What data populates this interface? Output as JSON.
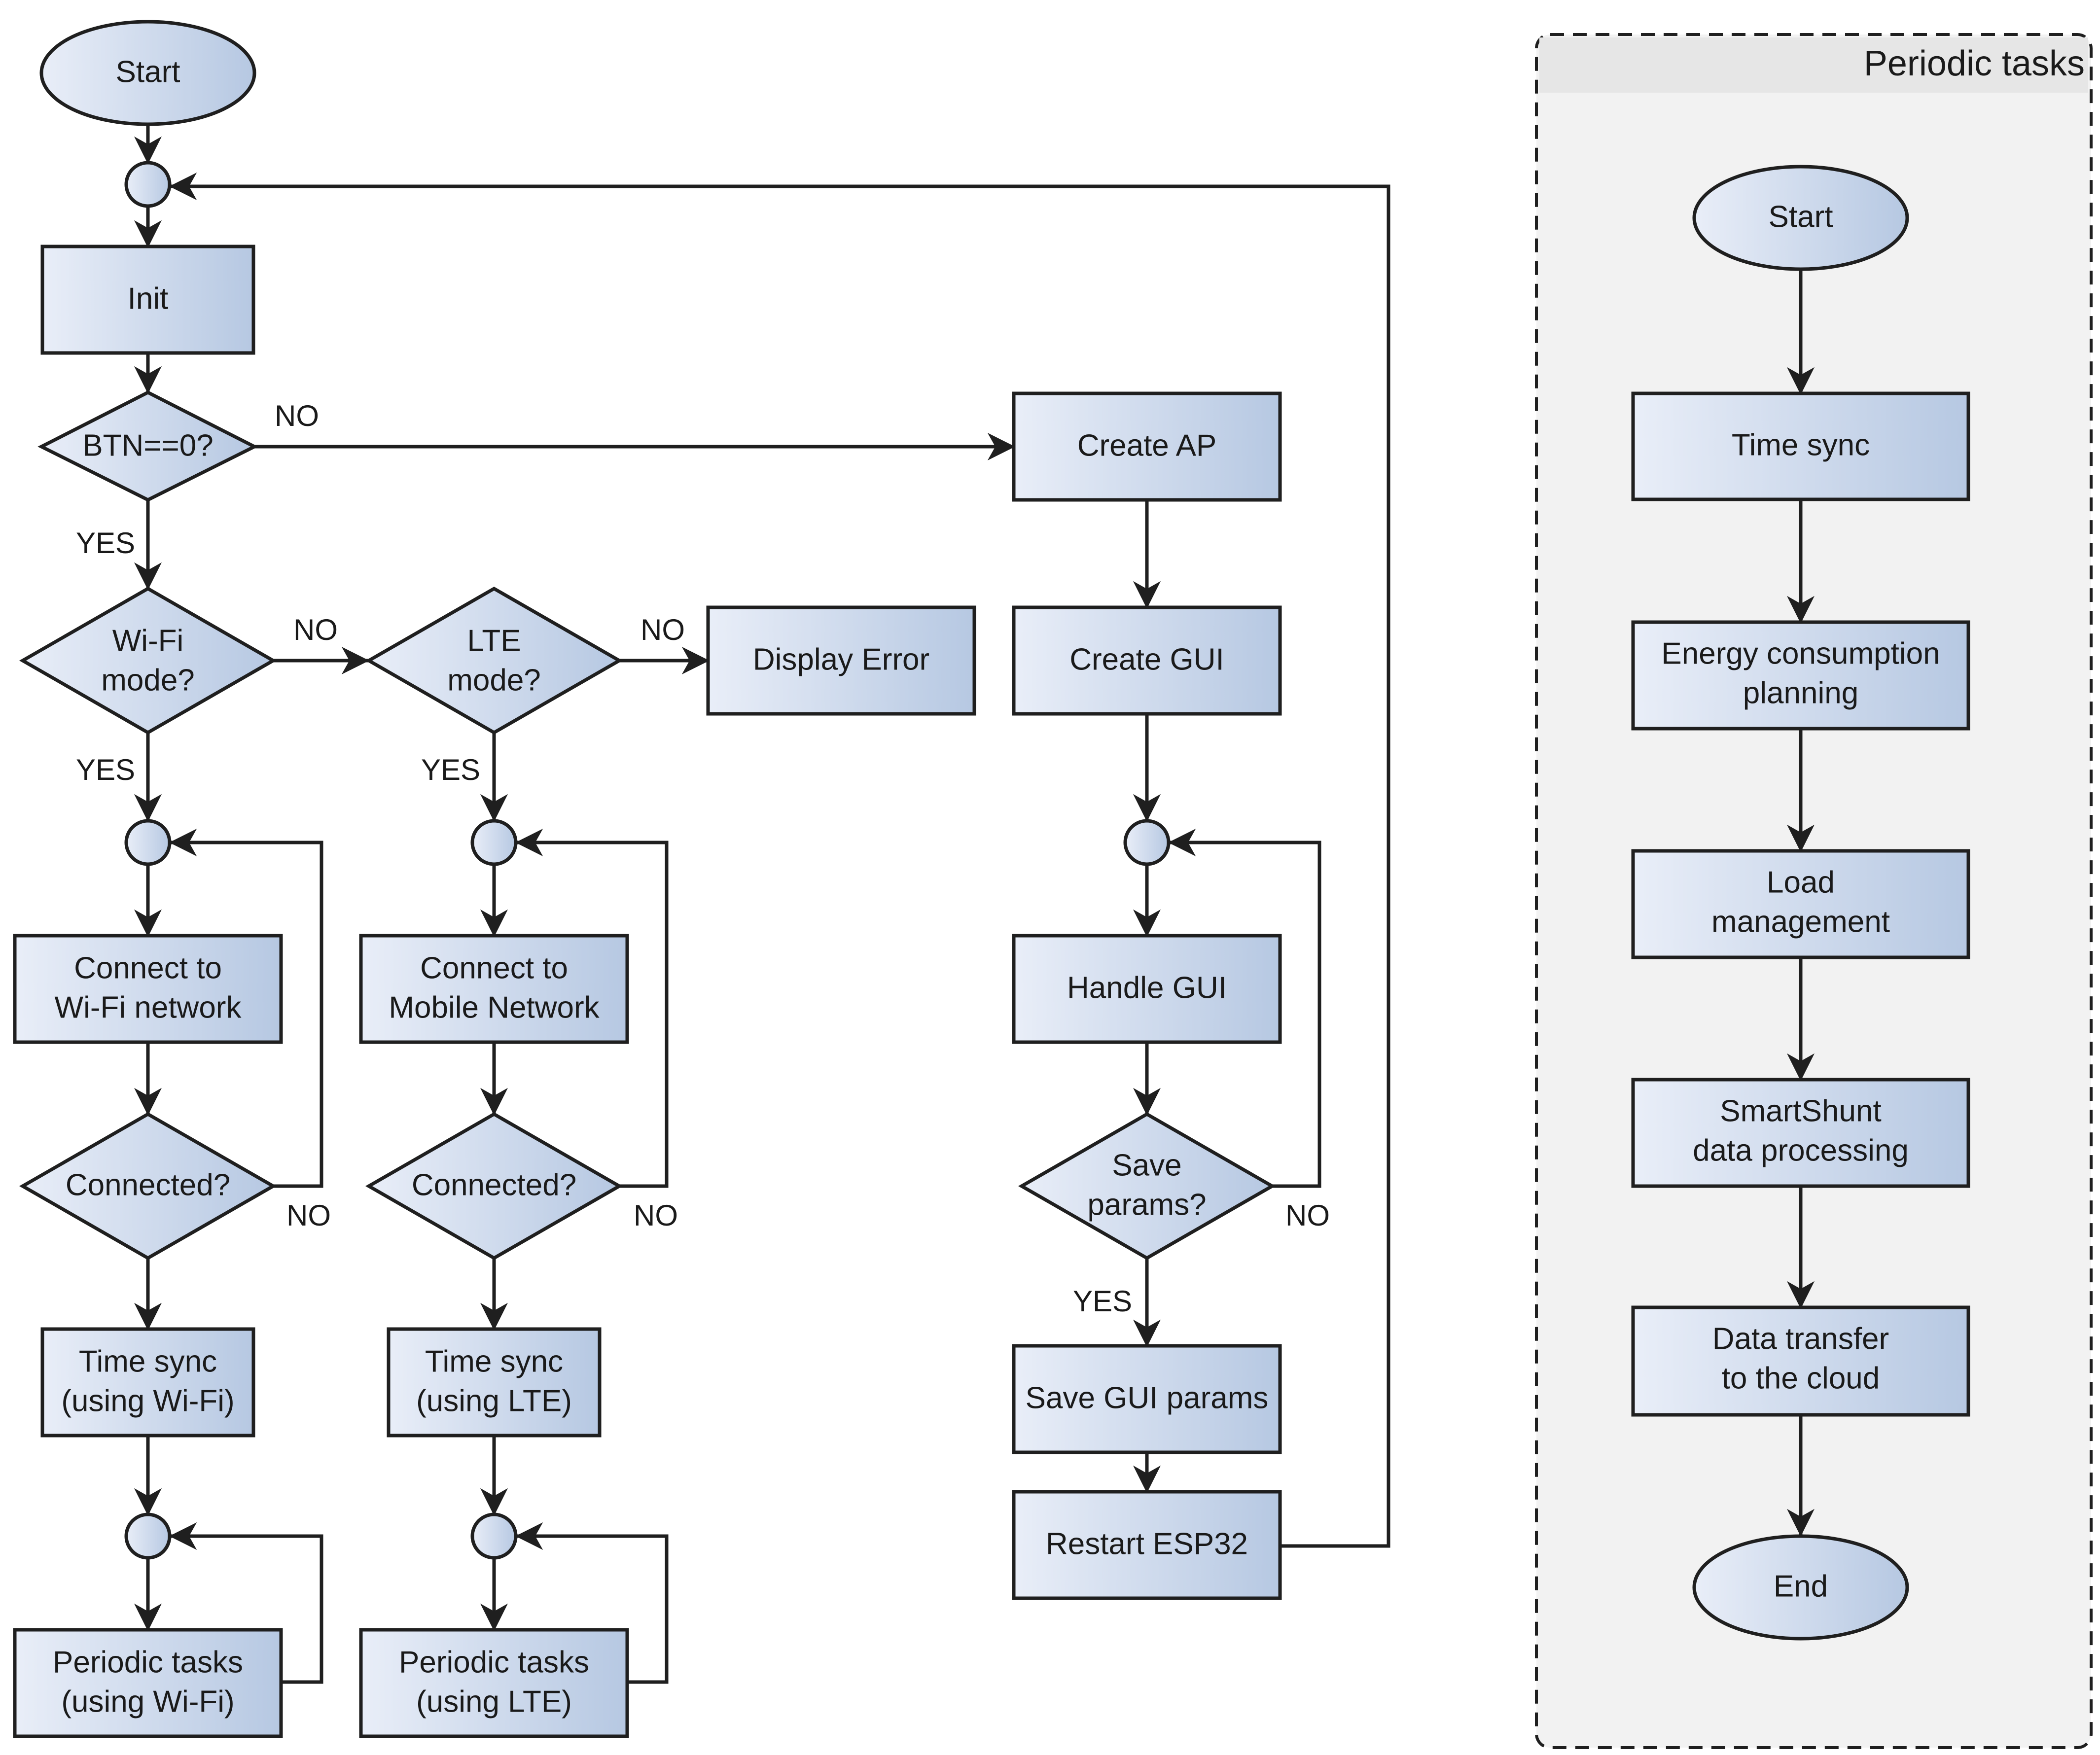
{
  "colors": {
    "node_fill_light": "#e9eef8",
    "node_fill_dark": "#b6c8e2",
    "stroke": "#1f1f1f",
    "panel_fill": "#f2f2f2",
    "panel_header": "#e6e6e6"
  },
  "nodes": {
    "start": "Start",
    "init": "Init",
    "btn": "BTN==0?",
    "wifi_mode": [
      "Wi-Fi",
      "mode?"
    ],
    "lte_mode": [
      "LTE",
      "mode?"
    ],
    "display_error": "Display Error",
    "connect_wifi": [
      "Connect to",
      "Wi-Fi network"
    ],
    "connect_lte": [
      "Connect to",
      "Mobile Network"
    ],
    "connected_wifi": "Connected?",
    "connected_lte": "Connected?",
    "timesync_wifi": [
      "Time sync",
      "(using Wi-Fi)"
    ],
    "timesync_lte": [
      "Time sync",
      "(using LTE)"
    ],
    "periodic_wifi": [
      "Periodic tasks",
      "(using Wi-Fi)"
    ],
    "periodic_lte": [
      "Periodic tasks",
      "(using LTE)"
    ],
    "create_ap": "Create AP",
    "create_gui": "Create GUI",
    "handle_gui": "Handle GUI",
    "save_params": [
      "Save",
      "params?"
    ],
    "save_gui_params": "Save GUI params",
    "restart": "Restart ESP32"
  },
  "edge_labels": {
    "btn_no": "NO",
    "btn_yes": "YES",
    "wifi_no": "NO",
    "wifi_yes": "YES",
    "lte_no": "NO",
    "lte_yes": "YES",
    "conn_wifi_no": "NO",
    "conn_lte_no": "NO",
    "save_no": "NO",
    "save_yes": "YES"
  },
  "periodic_panel": {
    "title": "Periodic tasks",
    "start": "Start",
    "time_sync": "Time sync",
    "energy": [
      "Energy consumption",
      "planning"
    ],
    "load": [
      "Load",
      "management"
    ],
    "smartshunt": [
      "SmartShunt",
      "data processing"
    ],
    "data_transfer": [
      "Data transfer",
      "to the cloud"
    ],
    "end": "End"
  }
}
